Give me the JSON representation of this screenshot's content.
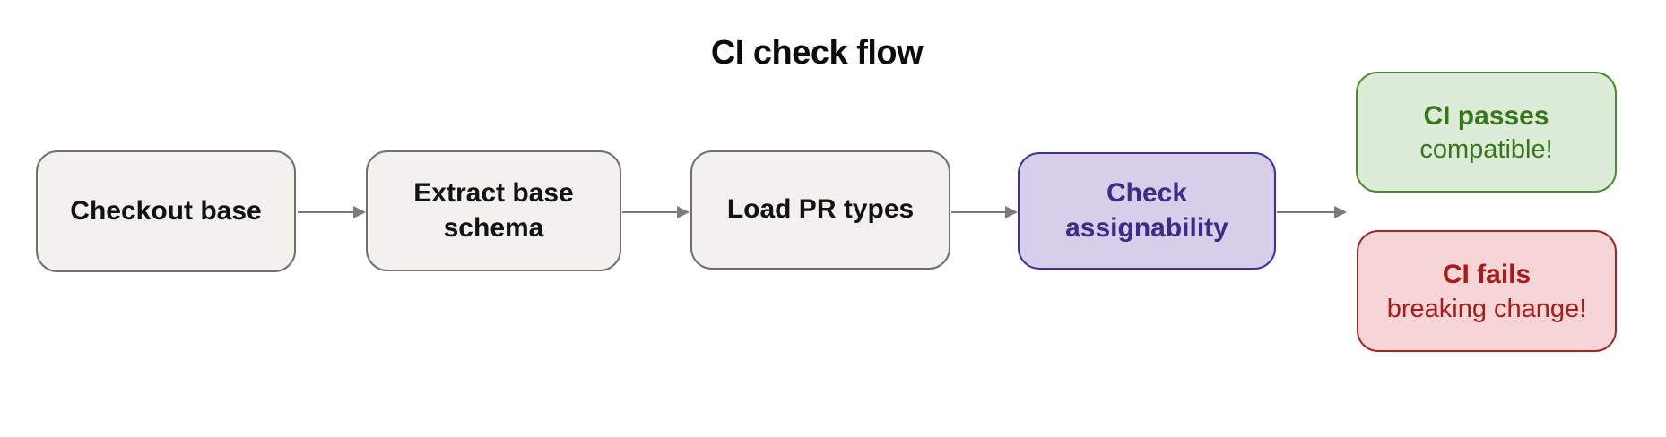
{
  "title": "CI check flow",
  "diagram": {
    "nodes": [
      {
        "id": "checkout-base",
        "label": "Checkout base",
        "type": "step"
      },
      {
        "id": "extract-base-schema",
        "label": "Extract base schema",
        "type": "step"
      },
      {
        "id": "load-pr-types",
        "label": "Load PR types",
        "type": "step"
      },
      {
        "id": "check-assignability",
        "label": "Check assignability",
        "type": "accent"
      },
      {
        "id": "ci-passes",
        "label": "CI passes",
        "sublabel": "compatible!",
        "type": "success"
      },
      {
        "id": "ci-fails",
        "label": "CI fails",
        "sublabel": "breaking change!",
        "type": "danger"
      }
    ],
    "edges": [
      {
        "from": "checkout-base",
        "to": "extract-base-schema"
      },
      {
        "from": "extract-base-schema",
        "to": "load-pr-types"
      },
      {
        "from": "load-pr-types",
        "to": "check-assignability"
      },
      {
        "from": "check-assignability",
        "to": "outcomes"
      }
    ]
  },
  "colors": {
    "background": "#ffffff",
    "title_text": "#0c0c0c",
    "step_fill": "#f2f1ee",
    "step_border": "#707070",
    "step_text": "#121212",
    "accent_fill": "#d7cfe9",
    "accent_border": "#40309a",
    "accent_text": "#3d2b85",
    "success_fill": "#ddecd8",
    "success_border": "#4c8a34",
    "success_text": "#38761d",
    "danger_fill": "#f5d5d5",
    "danger_border": "#a32424",
    "danger_text": "#a61b1b",
    "arrow": "#7b7b7b"
  }
}
